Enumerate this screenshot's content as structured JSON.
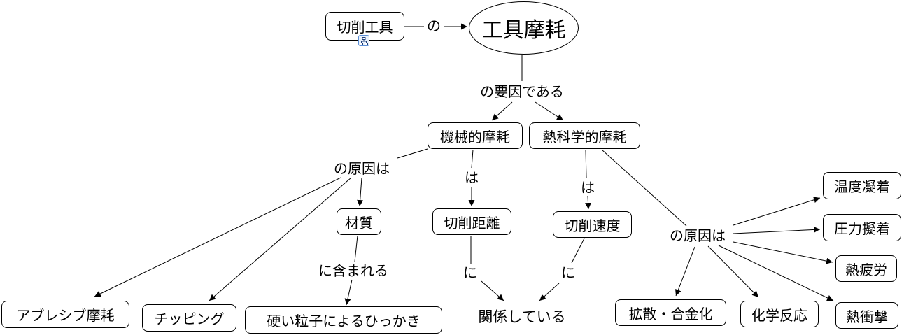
{
  "diagram": {
    "type": "concept-map",
    "root": {
      "id": "tool-wear",
      "label": "工具摩耗"
    },
    "nodes": [
      {
        "id": "cutting-tool",
        "label": "切削工具",
        "has_submap_icon": true
      },
      {
        "id": "tool-wear",
        "label": "工具摩耗"
      },
      {
        "id": "mechanical-wear",
        "label": "機械的摩耗"
      },
      {
        "id": "thermochemical-wear",
        "label": "熱科学的摩耗"
      },
      {
        "id": "material",
        "label": "材質"
      },
      {
        "id": "cutting-distance",
        "label": "切削距離"
      },
      {
        "id": "cutting-speed",
        "label": "切削速度"
      },
      {
        "id": "abrasive-wear",
        "label": "アブレシブ摩耗"
      },
      {
        "id": "chipping",
        "label": "チッピング"
      },
      {
        "id": "hard-particle-scratch",
        "label": "硬い粒子によるひっかき"
      },
      {
        "id": "related",
        "label": "関係している"
      },
      {
        "id": "diffusion-alloying",
        "label": "拡散・合金化"
      },
      {
        "id": "chemical-reaction",
        "label": "化学反応"
      },
      {
        "id": "temperature-adhesion",
        "label": "温度凝着"
      },
      {
        "id": "pressure-adhesion",
        "label": "圧力擬着"
      },
      {
        "id": "thermal-fatigue",
        "label": "熱疲労"
      },
      {
        "id": "thermal-shock",
        "label": "熱衝撃"
      }
    ],
    "link_labels": {
      "of": "の",
      "is_factor_of": "の要因である",
      "cause_left": "の原因は",
      "cause_right": "の原因は",
      "is_left": "は",
      "is_right": "は",
      "contained_in": "に含まれる",
      "to_left": "に",
      "to_right": "に"
    },
    "edges": [
      {
        "from": "cutting-tool",
        "via": "of",
        "to": "tool-wear"
      },
      {
        "from": "tool-wear",
        "via": "is_factor_of",
        "to": [
          "mechanical-wear",
          "thermochemical-wear"
        ]
      },
      {
        "from": "mechanical-wear",
        "via": "cause_left",
        "to": [
          "abrasive-wear",
          "chipping",
          "material"
        ]
      },
      {
        "from": "mechanical-wear",
        "via": "is_left",
        "to": "cutting-distance"
      },
      {
        "from": "thermochemical-wear",
        "via": "is_right",
        "to": "cutting-speed"
      },
      {
        "from": "thermochemical-wear",
        "via": "cause_right",
        "to": [
          "temperature-adhesion",
          "pressure-adhesion",
          "thermal-fatigue",
          "thermal-shock",
          "chemical-reaction",
          "diffusion-alloying"
        ]
      },
      {
        "from": "material",
        "via": "contained_in",
        "to": "hard-particle-scratch"
      },
      {
        "from": "cutting-distance",
        "via": "to_left",
        "to": "related"
      },
      {
        "from": "cutting-speed",
        "via": "to_right",
        "to": "related"
      }
    ]
  },
  "icons": {
    "submap": "hierarchy-submap-icon"
  }
}
